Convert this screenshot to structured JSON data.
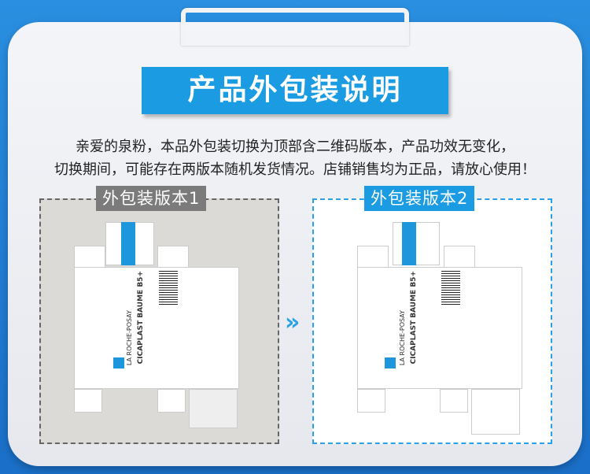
{
  "title": "产品外包装说明",
  "notice": [
    "亲爱的泉粉，本品外包装切换为顶部含二维码版本，产品功效无变化，",
    "切换期间，可能存在两版本随机发货情况。店铺销售均为正品，请放心使用！"
  ],
  "versions": [
    {
      "label": "外包装版本1"
    },
    {
      "label": "外包装版本2"
    }
  ],
  "package": {
    "brand": "LA ROCHE-POSAY",
    "product": "CICAPLAST BAUME B5+"
  },
  "colors": {
    "accent": "#1b9be2",
    "gray": "#7b7b7b"
  }
}
